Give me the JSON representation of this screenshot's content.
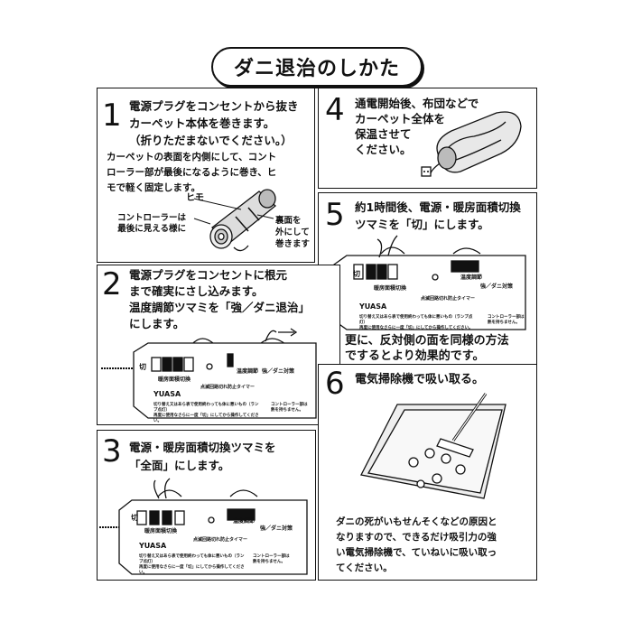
{
  "page_title": "ダニ退治のしかた",
  "device_brand": "YUASA",
  "device_labels": {
    "off": "切",
    "switch_name": "暖房面積切換",
    "temp_name": "温度調節",
    "strong": "強／ダニ対策",
    "timer": "点滅回路切れ防止タイマー",
    "note_left": "切り替え又はあら表で使用終わっても体に悪いもの（ランプ点灯）\n再度に使用なさらに一度「切」にしてから操作してください。",
    "note_right": "コントローラー部は\n熱を持ちません。"
  },
  "steps": [
    {
      "number": "1",
      "heading": "電源プラグをコンセントから抜き\nカーペット本体を巻きます。\n（折りただまないでください。）",
      "body": "カーペットの表面を内側にして、コント\nローラー部が最後になるように巻き、ヒ\nモで軽く固定します。",
      "labels": {
        "himo": "ヒモ",
        "controller": "コントローラーは\n最後に見える様に",
        "back": "裏面を\n外にして\n巻きます"
      }
    },
    {
      "number": "2",
      "heading": "電源プラグをコンセントに根元\nまで確実にさし込みます。\n温度調節ツマミを「強／ダニ退治」\nにします。"
    },
    {
      "number": "3",
      "heading": "電源・暖房面積切換ツマミを\n「全面」にします。"
    },
    {
      "number": "4",
      "heading": "通電開始後、布団などで\nカーペット全体を\n保温させて\nください。"
    },
    {
      "number": "5",
      "heading": "約1時間後、電源・暖房面積切換\nツマミを「切」にします。",
      "after": "更に、反対側の面を同様の方法\nでするとより効果的です。"
    },
    {
      "number": "6",
      "heading": "電気掃除機で吸い取る。",
      "body": "ダニの死がいもせんそくなどの原因と\nなりますので、できるだけ吸引力の強\nい電気掃除機で、ていねいに吸い取っ\nてください。"
    }
  ]
}
